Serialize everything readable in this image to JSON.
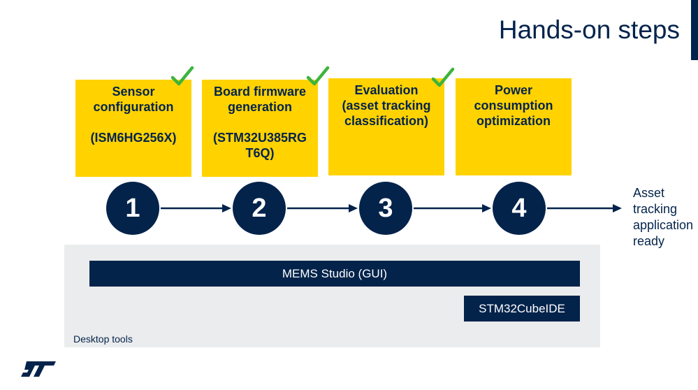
{
  "title": "Hands-on steps",
  "colors": {
    "navy": "#03234b",
    "yellow": "#ffd200",
    "check_green": "#3cb43c",
    "panel_grey": "#ebeced"
  },
  "steps": [
    {
      "number": "1",
      "lines": [
        "Sensor",
        "configuration",
        "",
        "(ISM6HG256X)"
      ],
      "completed": true
    },
    {
      "number": "2",
      "lines": [
        "Board firmware",
        "generation",
        "",
        "(STM32U385RG",
        "T6Q)"
      ],
      "completed": true
    },
    {
      "number": "3",
      "lines": [
        "Evaluation",
        "(asset tracking",
        "classification)"
      ],
      "completed": true
    },
    {
      "number": "4",
      "lines": [
        "Power",
        "consumption",
        "optimization"
      ],
      "completed": false
    }
  ],
  "outcome": [
    "Asset",
    "tracking",
    "application",
    "ready"
  ],
  "tools": {
    "mems_studio": "MEMS Studio (GUI)",
    "cube_ide": "STM32CubeIDE",
    "caption": "Desktop tools"
  },
  "icons": {
    "check": "checkmark-icon",
    "logo": "st-logo"
  }
}
